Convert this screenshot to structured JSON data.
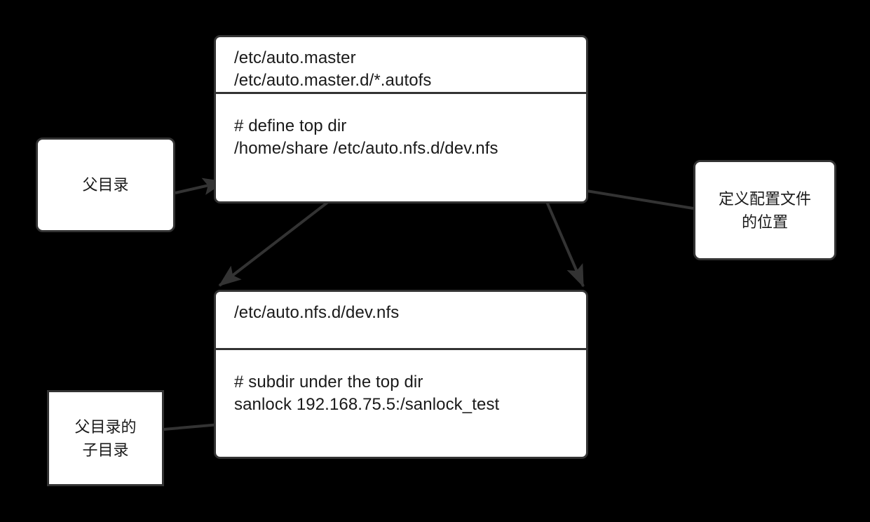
{
  "diagram": {
    "type": "flowchart",
    "background": "#000000",
    "node_fill": "#ffffff",
    "node_stroke": "#333333",
    "text_color": "#1a1a1a",
    "nodes": {
      "master_file": {
        "title": "/etc/auto.master\n/etc/auto.master.d/*.autofs",
        "body": "# define top dir\n/home/share /etc/auto.nfs.d/dev.nfs"
      },
      "nfs_file": {
        "title": "/etc/auto.nfs.d/dev.nfs",
        "body": "# subdir under the top dir\nsanlock 192.168.75.5:/sanlock_test"
      },
      "note_parent_dir": {
        "text": "父目录"
      },
      "note_child_dir": {
        "text": "父目录的\n子目录"
      },
      "note_config_location": {
        "text": "定义配置文件\n的位置"
      }
    },
    "connectors": [
      {
        "name": "parent-dir-to-master-file",
        "from": "note_parent_dir",
        "to": "master_file",
        "direction": "right-up"
      },
      {
        "name": "config-location-to-master-file",
        "from": "note_config_location",
        "to": "master_file",
        "direction": "left-up"
      },
      {
        "name": "top-dir-to-nfs-file-left",
        "from": "master_file",
        "to": "nfs_file",
        "direction": "down-left"
      },
      {
        "name": "config-path-to-nfs-file-right",
        "from": "master_file",
        "to": "nfs_file",
        "direction": "down-right"
      },
      {
        "name": "child-dir-to-nfs-file",
        "from": "note_child_dir",
        "to": "nfs_file",
        "direction": "right"
      }
    ]
  }
}
